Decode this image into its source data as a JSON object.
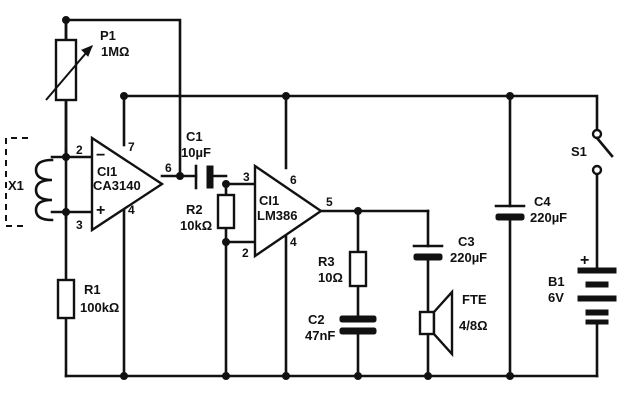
{
  "components": {
    "p1": {
      "ref": "P1",
      "value": "1MΩ"
    },
    "x1": {
      "ref": "X1"
    },
    "ic1": {
      "ref": "CI1",
      "part": "CA3140",
      "pins": [
        "2",
        "3",
        "7",
        "4",
        "6"
      ],
      "minus": "−",
      "plus": "+"
    },
    "c1": {
      "ref": "C1",
      "value": "10µF"
    },
    "r2": {
      "ref": "R2",
      "value": "10kΩ"
    },
    "ic2": {
      "ref": "CI1",
      "part": "LM386",
      "pins": [
        "3",
        "2",
        "6",
        "4",
        "5"
      ]
    },
    "r1": {
      "ref": "R1",
      "value": "100kΩ"
    },
    "r3": {
      "ref": "R3",
      "value": "10Ω"
    },
    "c2": {
      "ref": "C2",
      "value": "47nF"
    },
    "c3": {
      "ref": "C3",
      "value": "220µF"
    },
    "fte": {
      "ref": "FTE",
      "value": "4/8Ω"
    },
    "c4": {
      "ref": "C4",
      "value": "220µF"
    },
    "s1": {
      "ref": "S1"
    },
    "b1": {
      "ref": "B1",
      "value": "6V",
      "plus": "+",
      "minus": "−"
    }
  }
}
